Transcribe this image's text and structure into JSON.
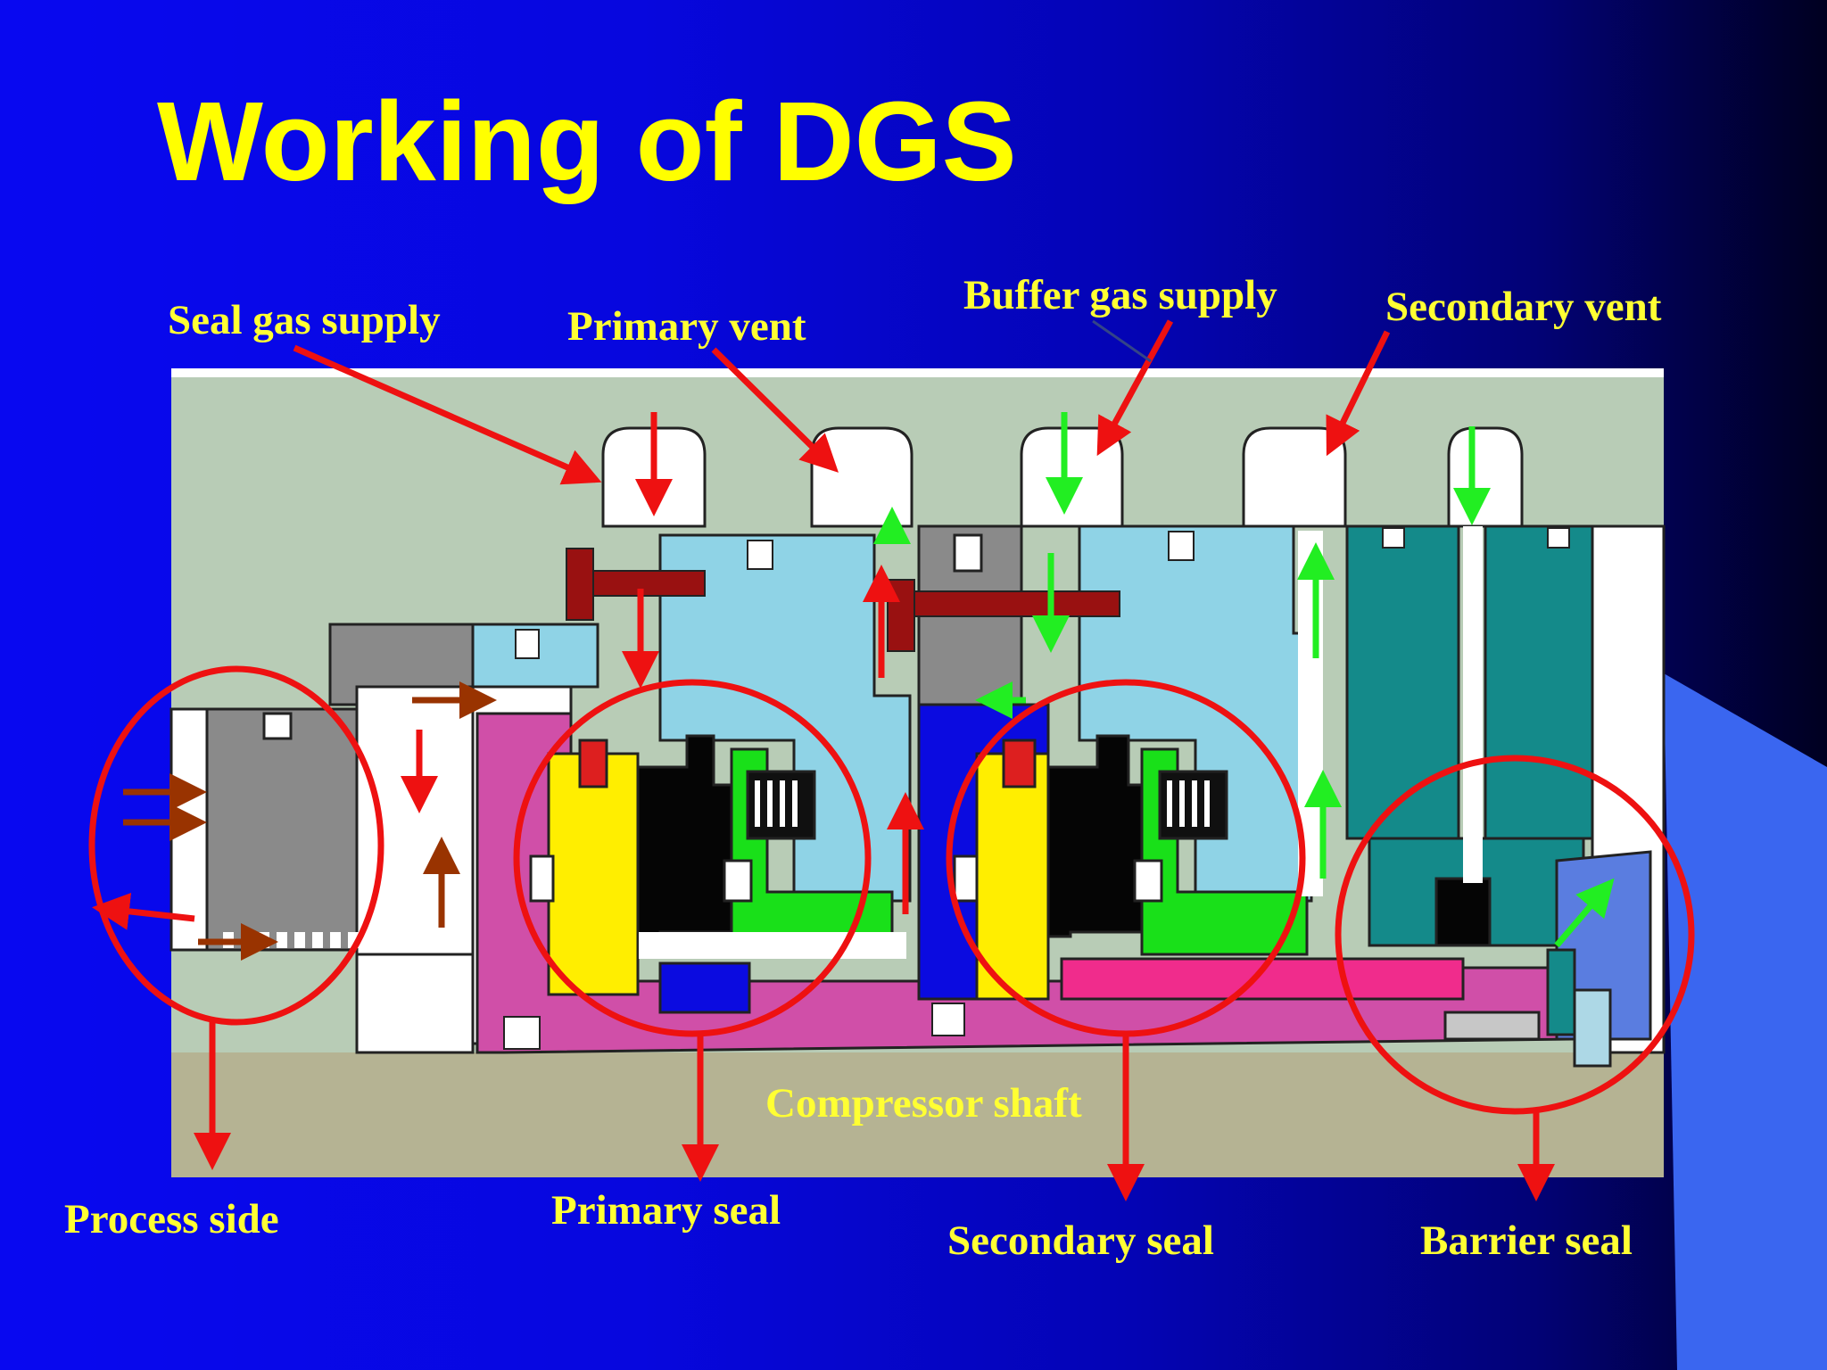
{
  "title": "Working of DGS",
  "labels": {
    "seal_gas_supply": "Seal gas supply",
    "primary_vent": "Primary vent",
    "buffer_gas_supply": "Buffer gas supply",
    "secondary_vent": "Secondary vent",
    "compressor_shaft": "Compressor shaft",
    "process_side": "Process side",
    "primary_seal": "Primary seal",
    "secondary_seal": "Secondary seal",
    "barrier_seal": "Barrier seal"
  },
  "colors": {
    "title": "#ffff00",
    "label": "#ffff33",
    "callout": "#ee1111",
    "seal_gas_flow": "#ee1111",
    "buffer_gas_flow": "#22ee22",
    "process_gas_flow": "#993300",
    "housing": "#8fd3e6",
    "barrier_housing": "#148a8a",
    "rotor": "#d04fa8",
    "seat": "#ffee00"
  }
}
